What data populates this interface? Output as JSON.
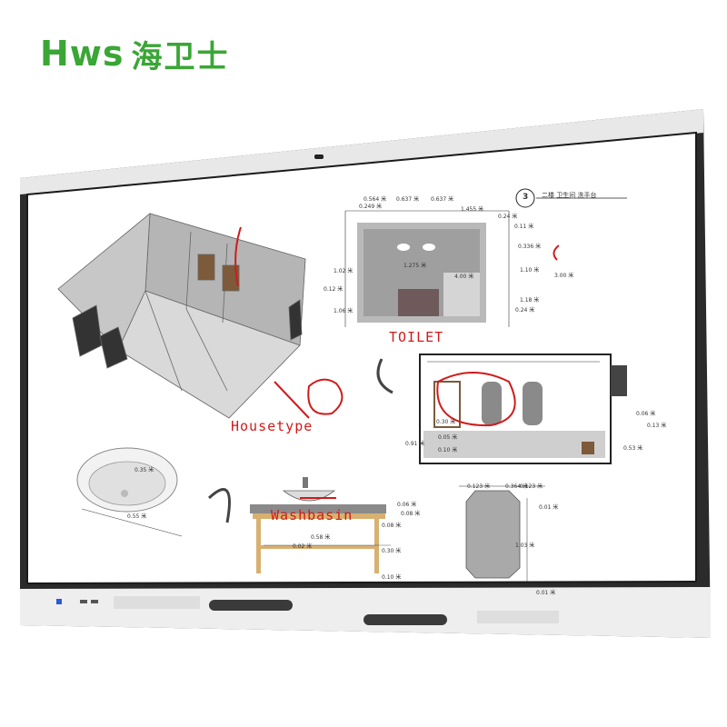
{
  "brand": {
    "mark": "Hws",
    "name_cn": "海卫士",
    "color": "#3aa635"
  },
  "screen": {
    "annotations": {
      "toilet": "TOILET",
      "housetype": "Housetype",
      "washbasin": "Washbasin"
    },
    "drawing_badge": "3",
    "drawing_title": "二楼 卫生间 洗手台",
    "dims": {
      "d1": "0.564 米",
      "d2": "0.637 米",
      "d3": "0.637 米",
      "d4": "1.455 米",
      "d5": "0.249 米",
      "d6": "0.24 米",
      "d7": "0.11 米",
      "d8": "0.336 米",
      "d9": "1.10 米",
      "d10": "3.00 米",
      "d11": "1.18 米",
      "d12": "0.24 米",
      "d13": "1.02 米",
      "d14": "0.12 米",
      "d15": "1.06 米",
      "d16": "1.275 米",
      "d17": "4.00 米",
      "d18": "0.06 米",
      "d19": "0.13 米",
      "d20": "0.53 米",
      "d21": "0.30 米",
      "d22": "0.91 米",
      "d23": "0.05 米",
      "d24": "0.10 米",
      "d25": "0.123 米",
      "d26": "0.364 米",
      "d27": "0.123 米",
      "d28": "0.01 米",
      "d29": "1.03 米",
      "d30": "0.01 米",
      "d31": "0.35 米",
      "d32": "0.55 米",
      "d33": "0.58 米",
      "d34": "0.02 米",
      "d35": "0.06 米",
      "d36": "0.08 米",
      "d37": "0.08 米",
      "d38": "0.30 米",
      "d39": "0.10 米"
    }
  }
}
